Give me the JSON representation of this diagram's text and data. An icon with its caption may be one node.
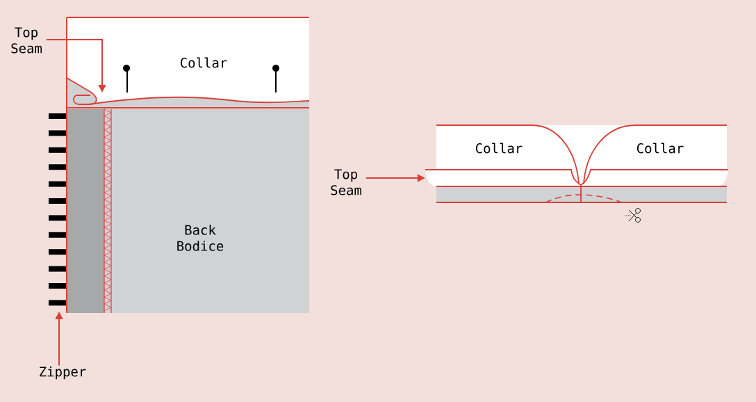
{
  "diagram": {
    "nodes": [
      {
        "text": [
          "Top Seam"
        ]
      },
      {
        "text": [
          "Collar"
        ]
      },
      {
        "text": [
          "Back Bodice"
        ]
      },
      {
        "text": [
          "Zipper"
        ]
      },
      {
        "text": [
          "Top Seam"
        ]
      },
      {
        "text": [
          "Collar"
        ]
      },
      {
        "text": [
          "Collar"
        ]
      },
      {
        "text": [],
        "shape": "band"
      }
    ],
    "edges": [
      {
        "from": 0,
        "to": null,
        "arrow": "to"
      },
      {
        "from": 3,
        "to": null,
        "arrow": "to"
      },
      {
        "from": 4,
        "to": 7,
        "arrow": "to"
      }
    ]
  }
}
